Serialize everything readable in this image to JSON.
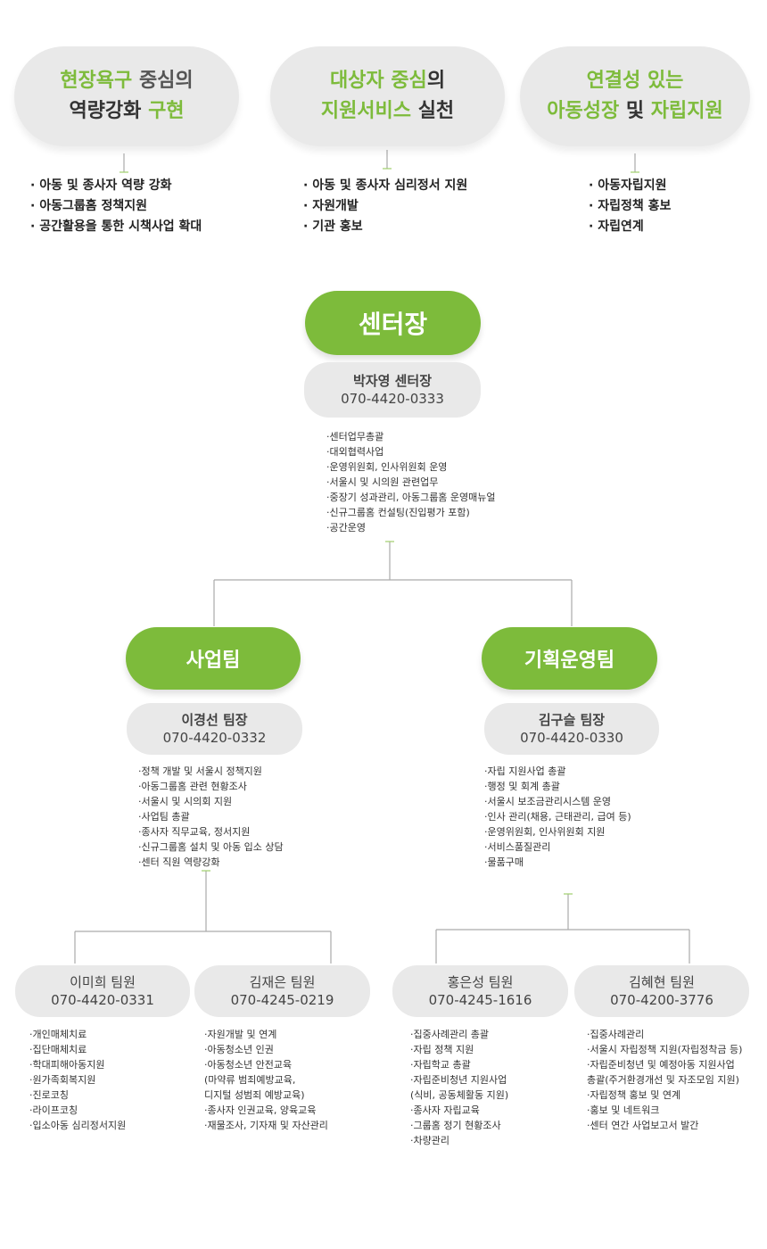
{
  "goals": [
    {
      "line1_hl": "현장욕구",
      "line1_rest": " 중심의",
      "line2_hl": "역량강화",
      "line2_rest": " 구현",
      "items": [
        "· 아동 및 종사자 역량 강화",
        "· 아동그룹홈 정책지원",
        "· 공간활용을 통한 시책사업  확대"
      ]
    },
    {
      "line1_hl": "대상자 중심",
      "line1_rest": "의",
      "line2_hl": "지원서비스",
      "line2_rest": " 실천",
      "items": [
        "· 아동 및 종사자 심리정서 지원",
        "· 자원개발",
        "· 기관 홍보"
      ]
    },
    {
      "line1_hl": "연결성 있는",
      "line1_rest": "",
      "line2_hl": "아동성장",
      "line2_rest": " 및 ",
      "line2_hl2": "자립지원",
      "items": [
        "· 아동자립지원",
        "· 자립정책 홍보",
        "· 자립연계"
      ]
    }
  ],
  "director": {
    "title": "센터장",
    "name": "박자영 센터장",
    "phone": "070-4420-0333",
    "tasks": [
      "센터업무총괄",
      "대외협력사업",
      "운영위원회, 인사위원회 운영",
      "서울시 및 시의원 관련업무",
      "중장기 성과관리, 아동그룹홈 운영매뉴얼",
      "신규그룹홈 컨설팅(진입평가 포함)",
      "공간운영"
    ]
  },
  "teams": [
    {
      "title": "사업팀",
      "leader": {
        "name": "이경선 팀장",
        "phone": "070-4420-0332"
      },
      "tasks": [
        "정책 개발 및 서울시 정책지원",
        "아동그룹홈 관련 현황조사",
        "서울시 및 시의회 지원",
        "사업팀 총괄",
        "종사자 직무교육, 정서지원",
        "신규그룹홈 설치 및 아동 입소 상담",
        "센터 직원 역량강화"
      ]
    },
    {
      "title": "기획운영팀",
      "leader": {
        "name": "김구슬 팀장",
        "phone": "070-4420-0330"
      },
      "tasks": [
        "자립 지원사업 총괄",
        "행정 및 회계 총괄",
        "서울시 보조금관리시스템 운영",
        "인사 관리(채용, 근태관리, 급여 등)",
        "운영위원회, 인사위원회 지원",
        "서비스품질관리",
        "물품구매"
      ]
    }
  ],
  "members": [
    {
      "name": "이미희 팀원",
      "phone": "070-4420-0331",
      "tasks": [
        "개인매체치료",
        "집단매체치료",
        "학대피해아동지원",
        "원가족회복지원",
        "진로코칭",
        "라이프코칭",
        "입소아동 심리정서지원"
      ]
    },
    {
      "name": "김재은 팀원",
      "phone": "070-4245-0219",
      "tasks": [
        "자원개발 및 연계",
        "아동청소년 인권",
        "아동청소년 안전교육",
        " (마약류 범죄예방교육,",
        "  디지털 성범죄 예방교육)",
        "종사자 인권교육, 양육교육",
        "재물조사, 기자재 및 자산관리"
      ]
    },
    {
      "name": "홍은성 팀원",
      "phone": "070-4245-1616",
      "tasks": [
        "집중사례관리 총괄",
        "자립 정책 지원",
        "자립학교 총괄",
        "자립준비청년 지원사업",
        "  (식비, 공동체활동 지원)",
        "종사자 자립교육",
        "그룹홈 정기 현황조사",
        "차량관리"
      ]
    },
    {
      "name": "김혜현 팀원",
      "phone": "070-4200-3776",
      "tasks": [
        "집중사례관리",
        "서울시 자립정책 지원(자립정착금 등)",
        "자립준비청년 및 예정아동 지원사업",
        " 총괄(주거환경개선 및 자조모임 지원)",
        "자립정책 홍보 및 연계",
        "홍보 및 네트워크",
        "센터 연간 사업보고서 발간"
      ]
    }
  ],
  "colors": {
    "accent": "#7dbb3b",
    "card_bg": "#e9e9e9",
    "line": "#999999"
  }
}
